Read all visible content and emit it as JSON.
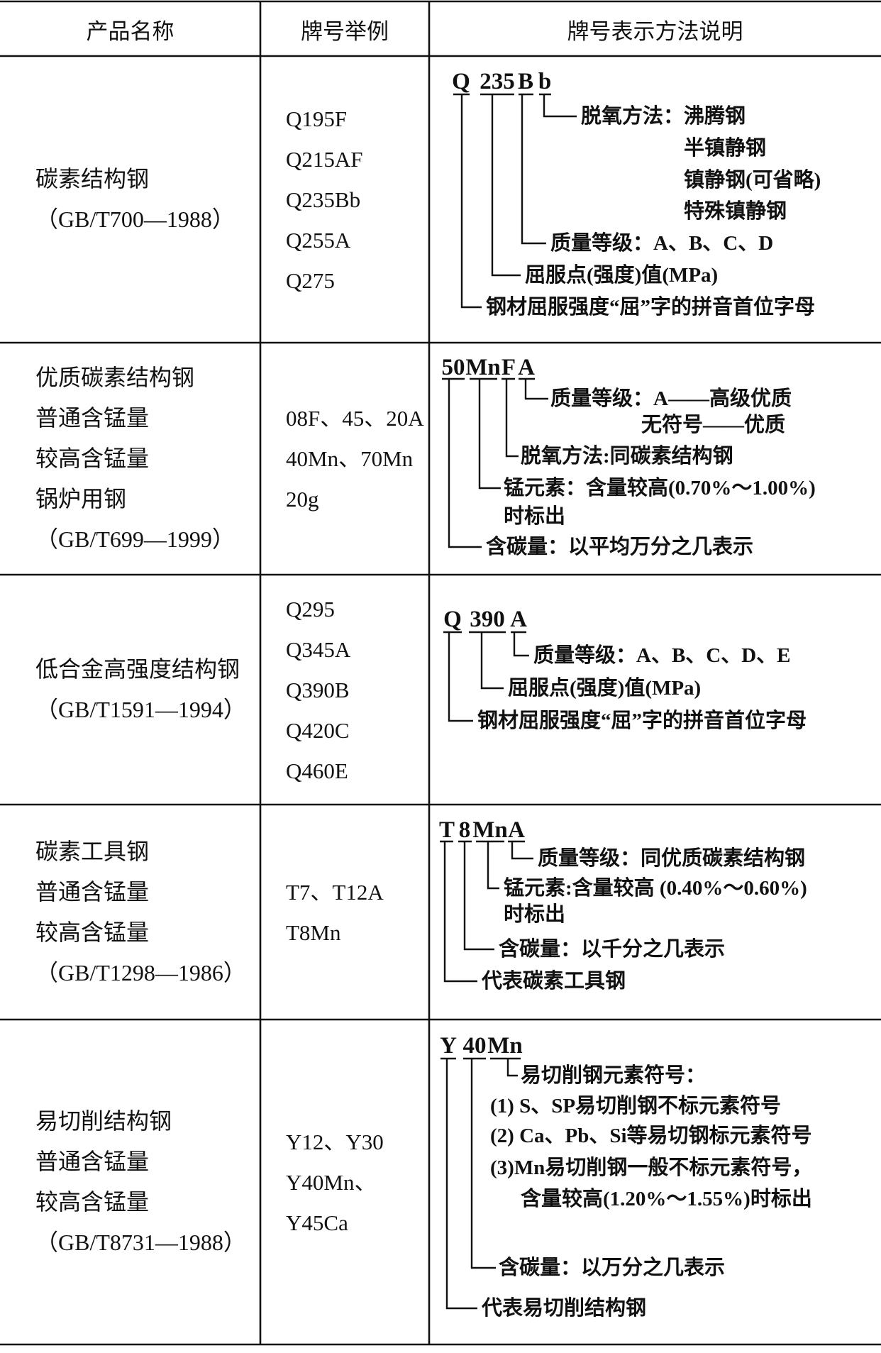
{
  "header": {
    "col1": "产品名称",
    "col2": "牌号举例",
    "col3": "牌号表示方法说明"
  },
  "rows": [
    {
      "product": [
        "碳素结构钢",
        "（GB/T700—1988）"
      ],
      "examples": [
        "Q195F",
        "Q215AF",
        "Q235Bb",
        "Q255A",
        "Q275"
      ],
      "scheme": {
        "symbols": [
          "Q",
          "235",
          "B",
          "b"
        ],
        "labels": [
          "脱氧方法：沸腾钢",
          "半镇静钢",
          "镇静钢(可省略)",
          "特殊镇静钢",
          "质量等级：A、B、C、D",
          "屈服点(强度)值(MPa)",
          "钢材屈服强度“屈”字的拼音首位字母"
        ]
      }
    },
    {
      "product": [
        "优质碳素结构钢",
        "普通含锰量",
        "较高含锰量",
        "锅炉用钢",
        "（GB/T699—1999）"
      ],
      "examples": [
        "08F、45、20A",
        "40Mn、70Mn",
        "20g"
      ],
      "scheme": {
        "symbols": [
          "50",
          "Mn",
          "F",
          "A"
        ],
        "labels": [
          "质量等级：A——高级优质",
          "无符号——优质",
          "脱氧方法:同碳素结构钢",
          "锰元素：含量较高(0.70%～1.00%)",
          "时标出",
          "含碳量：以平均万分之几表示"
        ]
      }
    },
    {
      "product": [
        "低合金高强度结构钢",
        "（GB/T1591—1994）"
      ],
      "examples": [
        "Q295",
        "Q345A",
        "Q390B",
        "Q420C",
        "Q460E"
      ],
      "scheme": {
        "symbols": [
          "Q",
          "390",
          "A"
        ],
        "labels": [
          "质量等级：A、B、C、D、E",
          "屈服点(强度)值(MPa)",
          "钢材屈服强度“屈”字的拼音首位字母"
        ]
      }
    },
    {
      "product": [
        "碳素工具钢",
        "普通含锰量",
        "较高含锰量",
        "（GB/T1298—1986）"
      ],
      "examples": [
        "T7、T12A",
        "T8Mn"
      ],
      "scheme": {
        "symbols": [
          "T",
          "8",
          "Mn",
          "A"
        ],
        "labels": [
          "质量等级：同优质碳素结构钢",
          "锰元素:含量较高 (0.40%～0.60%)",
          "时标出",
          "含碳量：以千分之几表示",
          "代表碳素工具钢"
        ]
      }
    },
    {
      "product": [
        "易切削结构钢",
        "普通含锰量",
        "较高含锰量",
        "（GB/T8731—1988）"
      ],
      "examples": [
        "Y12、Y30",
        "Y40Mn、",
        "Y45Ca"
      ],
      "scheme": {
        "symbols": [
          "Y",
          "40",
          "Mn"
        ],
        "labels": [
          "易切削钢元素符号：",
          "(1) S、SP易切削钢不标元素符号",
          "(2) Ca、Pb、Si等易切钢标元素符号",
          "(3)Mn易切削钢一般不标元素符号，",
          "含量较高(1.20%～1.55%)时标出",
          "含碳量：以万分之几表示",
          "代表易切削结构钢"
        ]
      }
    }
  ]
}
